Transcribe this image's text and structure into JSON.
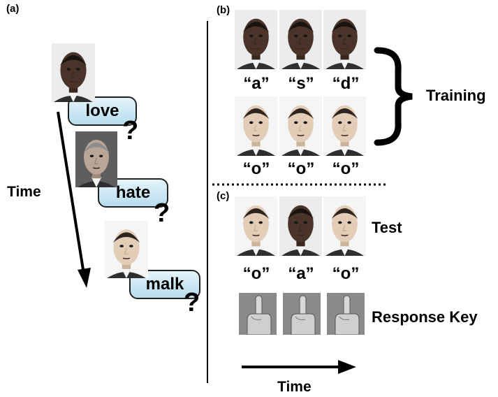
{
  "panel_a": {
    "label": "(a)",
    "time_label": "Time",
    "sequence": [
      {
        "face": "dark",
        "word": "love",
        "q": "?"
      },
      {
        "face": "light",
        "word": "hate",
        "q": "?"
      },
      {
        "face": "asian",
        "word": "malk",
        "q": "?"
      }
    ]
  },
  "panel_b": {
    "label": "(b)",
    "training_label": "Training",
    "row1": {
      "faces": [
        "dark",
        "dark",
        "dark"
      ],
      "captions": [
        "“a”",
        "“s”",
        "“d”"
      ]
    },
    "row2": {
      "faces": [
        "asian",
        "asian",
        "asian"
      ],
      "captions": [
        "“o”",
        "“o”",
        "“o”"
      ]
    }
  },
  "panel_c": {
    "label": "(c)",
    "test_label": "Test",
    "faces": [
      "asian",
      "dark",
      "asian"
    ],
    "captions": [
      "“o”",
      "“a”",
      "“o”"
    ],
    "response_label": "Response Key",
    "time_label": "Time"
  }
}
